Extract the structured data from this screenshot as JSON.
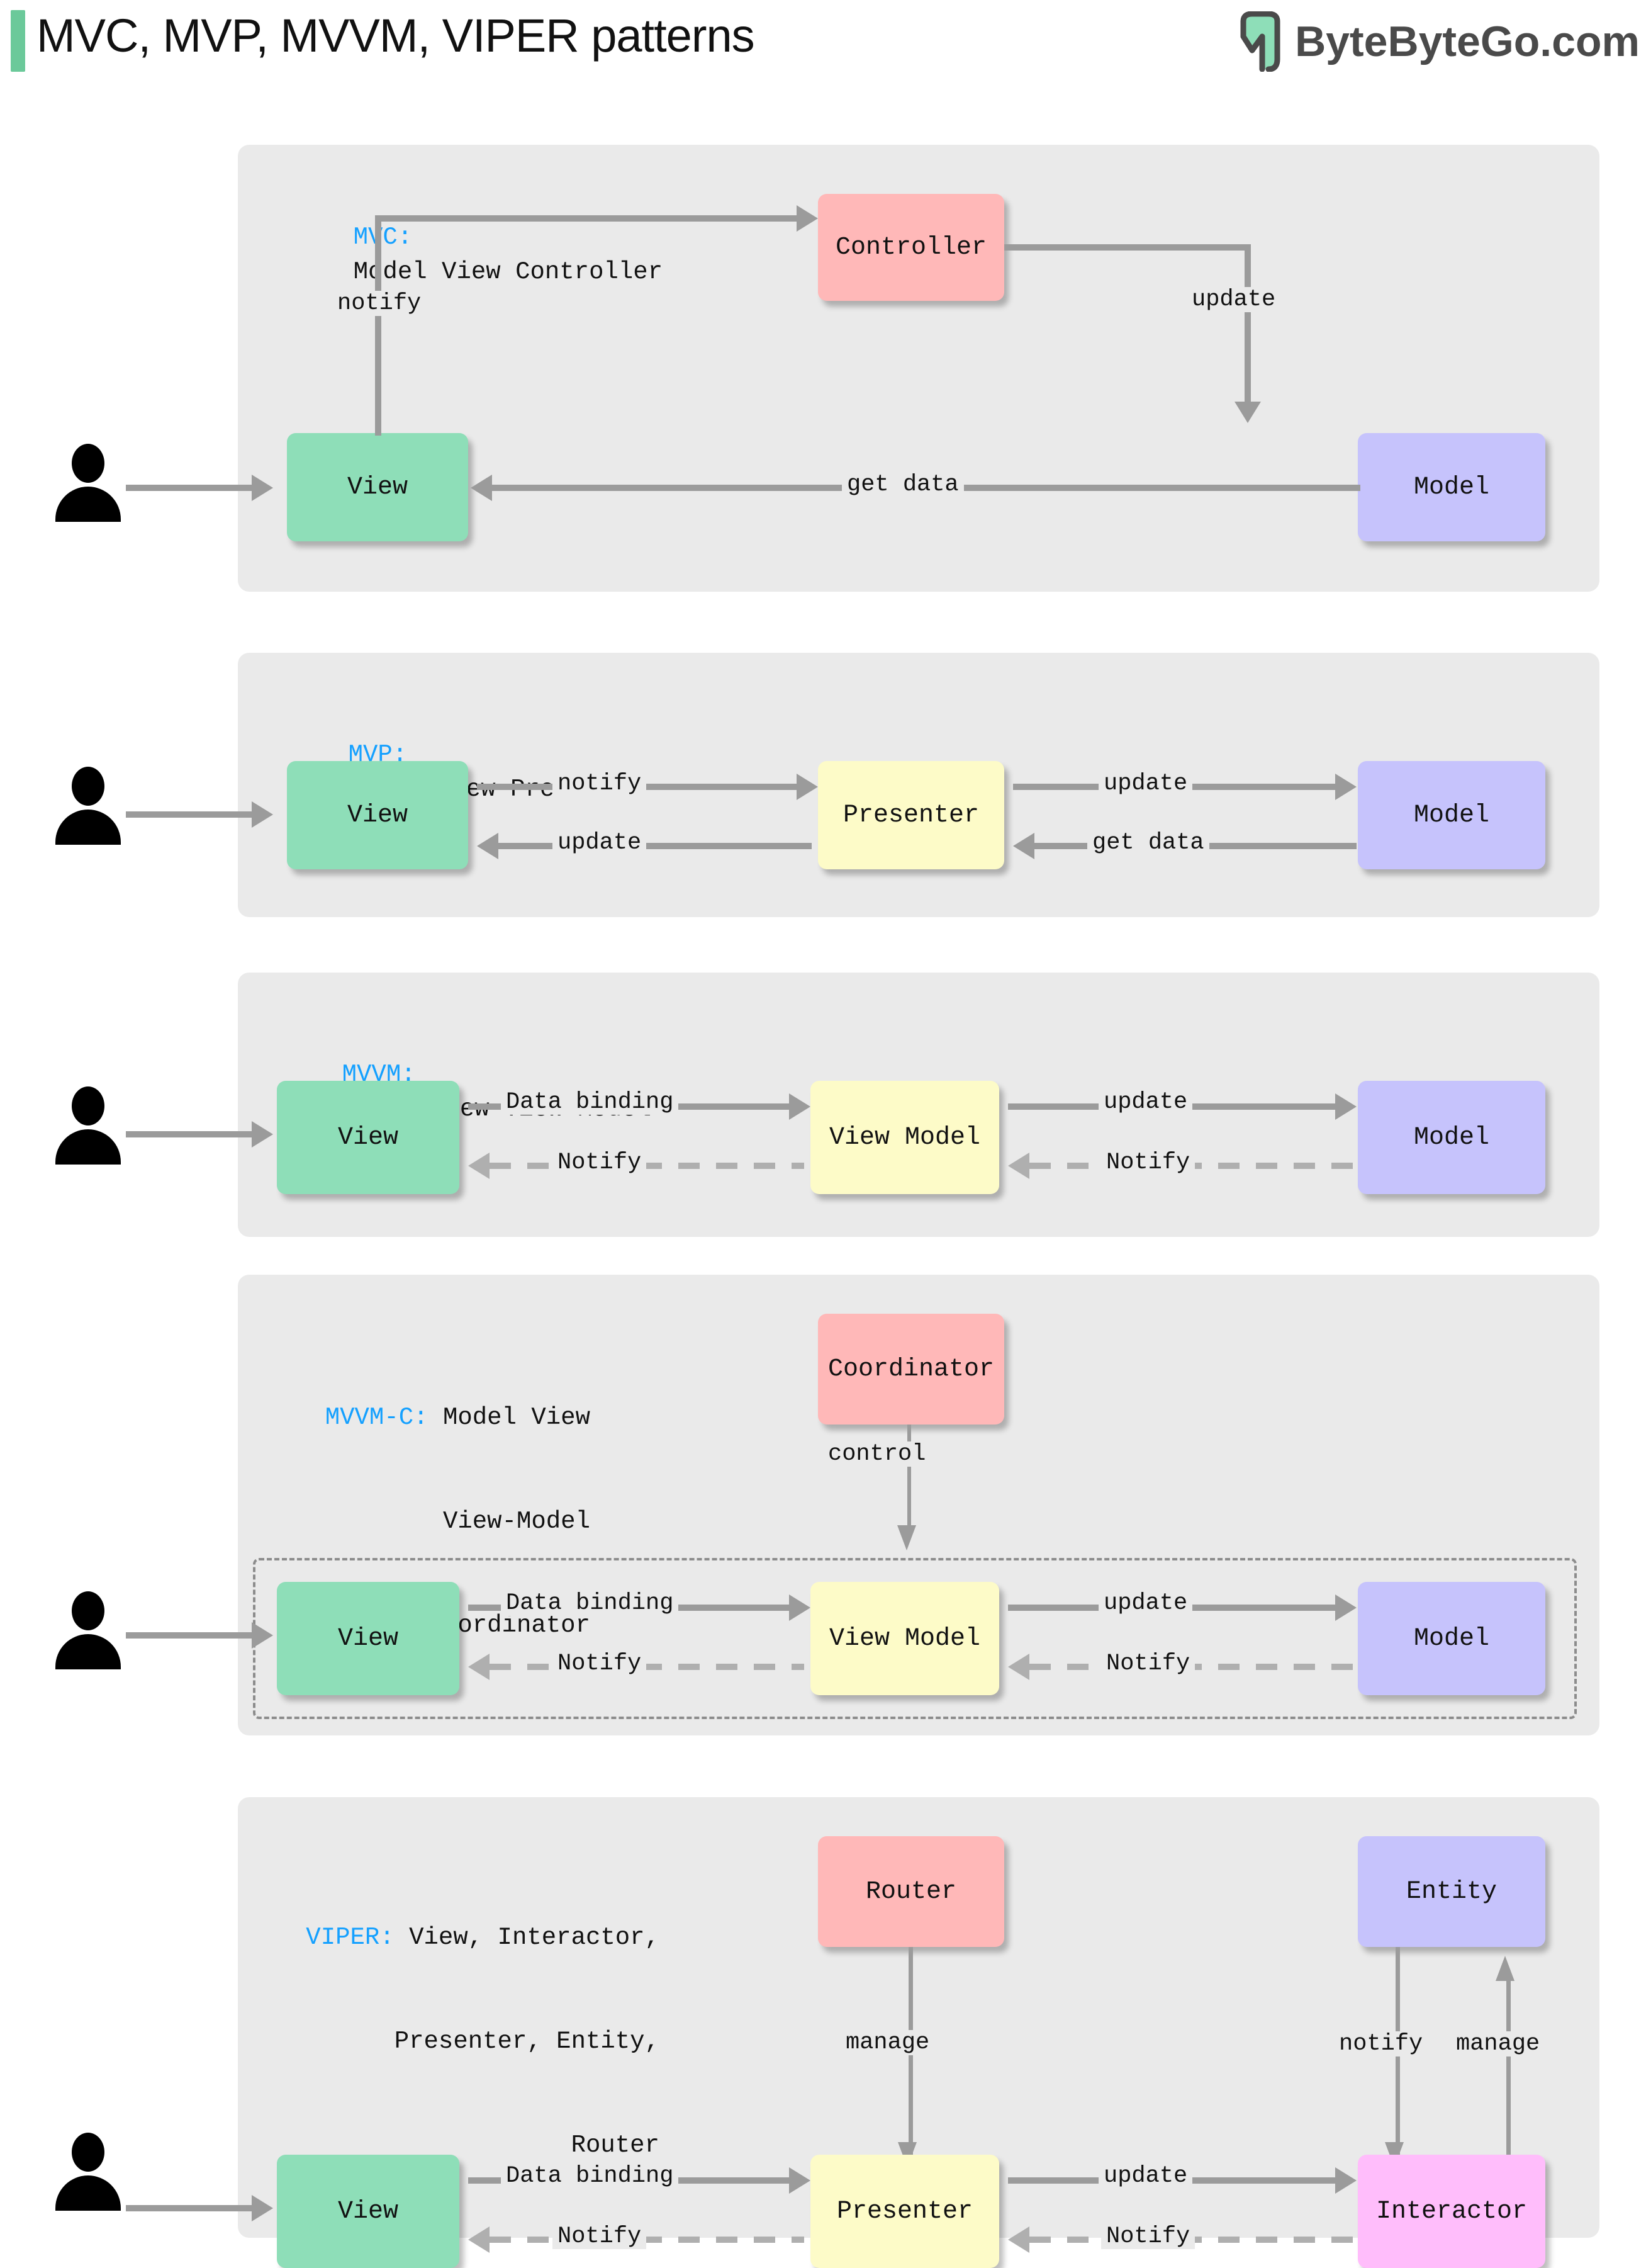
{
  "header": {
    "title": "MVC, MVP, MVVM, VIPER patterns",
    "brand_text": "ByteByteGo.com",
    "brand_icon": "bytebytego-logo-icon",
    "accent_color": "#6BC99A"
  },
  "colors": {
    "panel_bg": "#EAEAEA",
    "view": "#8EDEB8",
    "model": "#C6C3FC",
    "controller": "#FFB8B8",
    "presenter": "#FDFBC8",
    "interactor": "#FFBDFB",
    "arrow": "#9B9B9B",
    "key_label": "#14A0FF"
  },
  "sections": [
    {
      "id": "mvc",
      "key": "MVC:",
      "title_lines": [
        "Model View Controller"
      ],
      "nodes": [
        {
          "id": "controller",
          "label": "Controller"
        },
        {
          "id": "view",
          "label": "View"
        },
        {
          "id": "model",
          "label": "Model"
        }
      ],
      "edges": [
        {
          "from": "view",
          "to": "controller",
          "label": "notify",
          "style": "solid"
        },
        {
          "from": "controller",
          "to": "model",
          "label": "update",
          "style": "solid"
        },
        {
          "from": "model",
          "to": "view",
          "label": "get data",
          "style": "solid"
        }
      ],
      "actor": "user-person-icon"
    },
    {
      "id": "mvp",
      "key": "MVP:",
      "title_lines": [
        "Model View Presenter"
      ],
      "nodes": [
        {
          "id": "view",
          "label": "View"
        },
        {
          "id": "presenter",
          "label": "Presenter"
        },
        {
          "id": "model",
          "label": "Model"
        }
      ],
      "edges": [
        {
          "from": "view",
          "to": "presenter",
          "label": "notify",
          "style": "solid"
        },
        {
          "from": "presenter",
          "to": "model",
          "label": "update",
          "style": "solid"
        },
        {
          "from": "presenter",
          "to": "view",
          "label": "update",
          "style": "solid"
        },
        {
          "from": "model",
          "to": "presenter",
          "label": "get data",
          "style": "solid"
        }
      ],
      "actor": "user-person-icon"
    },
    {
      "id": "mvvm",
      "key": "MVVM:",
      "title_lines": [
        "Model View View-Model"
      ],
      "nodes": [
        {
          "id": "view",
          "label": "View"
        },
        {
          "id": "viewmodel",
          "label": "View Model"
        },
        {
          "id": "model",
          "label": "Model"
        }
      ],
      "edges": [
        {
          "from": "view",
          "to": "viewmodel",
          "label": "Data binding",
          "style": "solid"
        },
        {
          "from": "viewmodel",
          "to": "model",
          "label": "update",
          "style": "solid"
        },
        {
          "from": "viewmodel",
          "to": "view",
          "label": "Notify",
          "style": "dashed"
        },
        {
          "from": "model",
          "to": "viewmodel",
          "label": "Notify",
          "style": "dashed"
        }
      ],
      "actor": "user-person-icon"
    },
    {
      "id": "mvvmc",
      "key": "MVVM-C:",
      "title_lines": [
        "Model View",
        "View-Model",
        "Coordinator"
      ],
      "nodes": [
        {
          "id": "coordinator",
          "label": "Coordinator"
        },
        {
          "id": "view",
          "label": "View"
        },
        {
          "id": "viewmodel",
          "label": "View Model"
        },
        {
          "id": "model",
          "label": "Model"
        }
      ],
      "edges": [
        {
          "from": "coordinator",
          "to": "viewmodel",
          "label": "control",
          "style": "solid"
        },
        {
          "from": "view",
          "to": "viewmodel",
          "label": "Data binding",
          "style": "solid"
        },
        {
          "from": "viewmodel",
          "to": "model",
          "label": "update",
          "style": "solid"
        },
        {
          "from": "viewmodel",
          "to": "view",
          "label": "Notify",
          "style": "dashed"
        },
        {
          "from": "model",
          "to": "viewmodel",
          "label": "Notify",
          "style": "dashed"
        }
      ],
      "group_box": "mvvm-group-dashed-box",
      "actor": "user-person-icon"
    },
    {
      "id": "viper",
      "key": "VIPER:",
      "title_lines": [
        "View, Interactor,",
        "Presenter, Entity,",
        "Router"
      ],
      "nodes": [
        {
          "id": "router",
          "label": "Router"
        },
        {
          "id": "entity",
          "label": "Entity"
        },
        {
          "id": "view",
          "label": "View"
        },
        {
          "id": "presenter",
          "label": "Presenter"
        },
        {
          "id": "interactor",
          "label": "Interactor"
        }
      ],
      "edges": [
        {
          "from": "router",
          "to": "presenter",
          "label": "manage",
          "style": "solid"
        },
        {
          "from": "entity",
          "to": "interactor",
          "label": "notify",
          "style": "solid"
        },
        {
          "from": "interactor",
          "to": "entity",
          "label": "manage",
          "style": "solid"
        },
        {
          "from": "view",
          "to": "presenter",
          "label": "Data binding",
          "style": "solid"
        },
        {
          "from": "presenter",
          "to": "interactor",
          "label": "update",
          "style": "solid"
        },
        {
          "from": "presenter",
          "to": "view",
          "label": "Notify",
          "style": "dashed"
        },
        {
          "from": "interactor",
          "to": "presenter",
          "label": "Notify",
          "style": "dashed"
        }
      ],
      "actor": "user-person-icon"
    }
  ]
}
